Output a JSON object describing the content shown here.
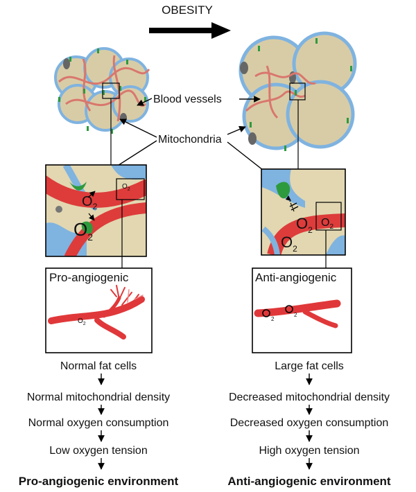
{
  "header": {
    "title": "OBESITY"
  },
  "labels": {
    "blood_vessels": "Blood vessels",
    "mitochondria": "Mitochondria",
    "o2_symbol": "O",
    "o2_subscript": "2"
  },
  "left": {
    "vessel_state": "Pro-angiogenic",
    "flow": [
      "Normal fat cells",
      "Normal mitochondrial density",
      "Normal oxygen consumption",
      "Low oxygen tension",
      "Pro-angiogenic environment"
    ]
  },
  "right": {
    "vessel_state": "Anti-angiogenic",
    "flow": [
      "Large fat cells",
      "Decreased mitochondrial density",
      "Decreased oxygen consumption",
      "High oxygen tension",
      "Anti-angiogenic environment"
    ]
  },
  "colors": {
    "fat_cell": "#d8cca6",
    "membrane": "#7fb3e0",
    "vessel": "#e0383a",
    "vessel_thin": "#d9776d",
    "mitochondria": "#2e9a3e",
    "arrow": "#000000"
  }
}
